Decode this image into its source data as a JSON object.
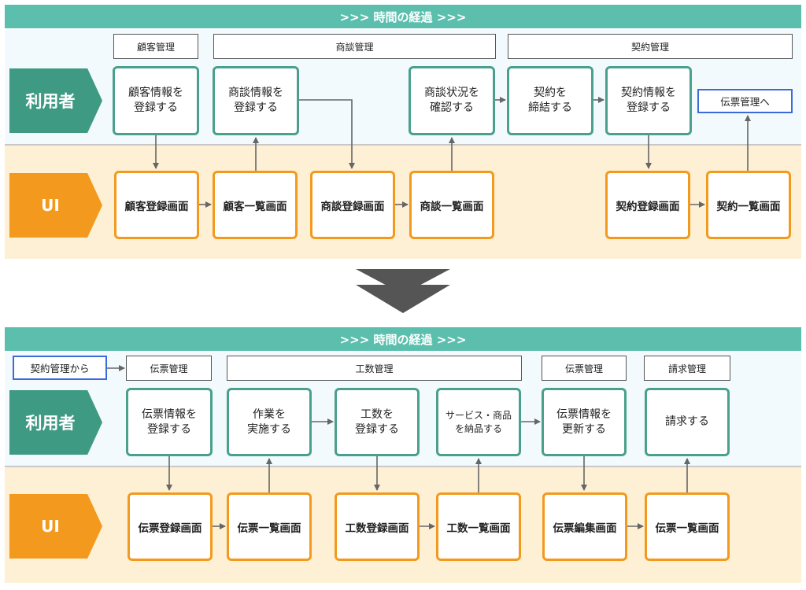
{
  "colors": {
    "banner": "#5cbfae",
    "user_band": "#f2fafd",
    "ui_band": "#fdf0d5",
    "user_chevron": "#3f9a84",
    "ui_chevron": "#f39a1e",
    "user_box_border": "#4aa08d",
    "ui_box_border": "#f39a1e",
    "link_border": "#3b6bd9",
    "arrow": "#666666",
    "down_arrow": "#555555"
  },
  "top": {
    "banner": ">>> 時間の経過 >>>",
    "lane_user": "利用者",
    "lane_ui": "UI",
    "categories": [
      "顧客管理",
      "商談管理",
      "契約管理"
    ],
    "user_steps": [
      "顧客情報を\n登録する",
      "商談情報を\n登録する",
      "商談状況を\n確認する",
      "契約を\n締結する",
      "契約情報を\n登録する"
    ],
    "link": "伝票管理へ",
    "ui_screens": [
      "顧客登録画面",
      "顧客一覧画面",
      "商談登録画面",
      "商談一覧画面",
      "契約登録画面",
      "契約一覧画面"
    ]
  },
  "transition_icon": "down-chevron-icon",
  "bottom": {
    "banner": ">>> 時間の経過 >>>",
    "lane_user": "利用者",
    "lane_ui": "UI",
    "link": "契約管理から",
    "categories": [
      "伝票管理",
      "工数管理",
      "伝票管理",
      "請求管理"
    ],
    "user_steps": [
      "伝票情報を\n登録する",
      "作業を\n実施する",
      "工数を\n登録する",
      "サービス・商品\nを納品する",
      "伝票情報を\n更新する",
      "請求する"
    ],
    "ui_screens": [
      "伝票登録画面",
      "伝票一覧画面",
      "工数登録画面",
      "工数一覧画面",
      "伝票編集画面",
      "伝票一覧画面"
    ]
  }
}
